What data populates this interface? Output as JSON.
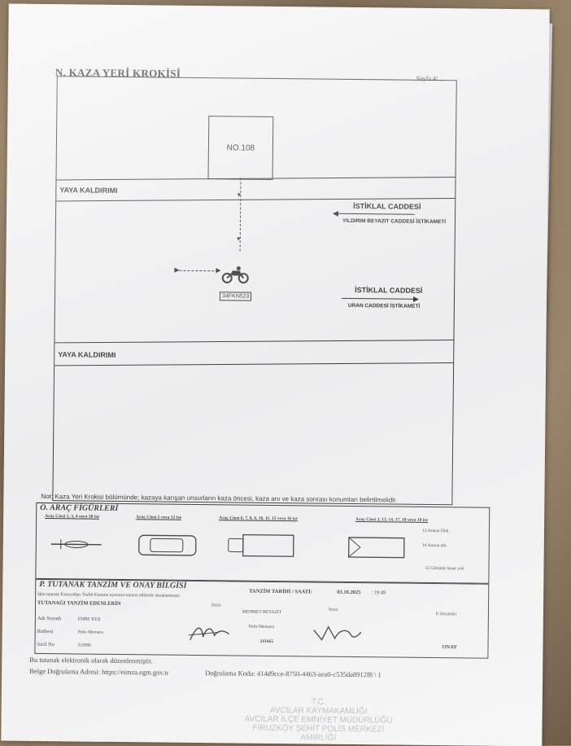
{
  "header": {
    "title": "N. KAZA YERİ KROKİSİ",
    "page": "Sayfa 4/..."
  },
  "sketch": {
    "building": "NO.108",
    "sidewalk_top": "YAYA KALDIRIMI",
    "sidewalk_bottom": "YAYA KALDIRIMI",
    "street_upper": {
      "name": "İSTİKLAL CADDESİ",
      "direction": "YILDIRIM BEYAZIT CADDESİ İSTİKAMETİ"
    },
    "street_lower": {
      "name": "İSTİKLAL CADDESİ",
      "direction": "URAN CADDESİ İSTİKAMETİ"
    },
    "plate": "34FKN523"
  },
  "note": "Not: Kaza Yeri Krokisi bölümünde; kazaya karışan unsurların kaza öncesi, kaza anı ve kaza sonrası konumları belirtilmelidir.",
  "vehicles": {
    "title": "O. ARAÇ FİGÜRLERİ",
    "types": [
      "Araç Cinsi 1, 3, 4 veya 20 ise",
      "Araç Cinsi 5 veya 12 ise",
      "Araç Cinsi 6, 7, 8, 9, 10, 11, 15 veya 16 ise",
      "Araç Cinsi 2, 13, 14, 17, 18 veya 19 ise"
    ],
    "legend": [
      "13 Aracın Önü",
      "14 Aracın altı",
      "15 Görünür hasar yok"
    ]
  },
  "approval": {
    "title": "P. TUTANAK TANZİM VE ONAY BİLGİSİ",
    "law_note": "İşbu tutanak Karayolları Trafik Kanunu uyarınca tanzim edilerek imzalanmıştır.",
    "date_label": "TANZİM TARİHİ / SAATİ:",
    "date": "03.10.2025",
    "time": ": 19:49",
    "editors": "TUTANAĞI TANZİM EDENLERİN",
    "name_label": "Adı Soyadı",
    "rank_label": "Rütbesi",
    "reg_label": "Sicil No",
    "sign_label": "İmza",
    "esign_label": "E-İmzalıdır",
    "officer1": {
      "name": "EMRE KUŞ",
      "rank": "Polis Memuru",
      "reg": "533986"
    },
    "officer2": {
      "name": "MEHMET BEYAZIT",
      "rank": "Polis Memuru",
      "reg": "241665"
    },
    "status": "ONAY"
  },
  "footer": {
    "line1": "Bu tutanak elektronik olarak düzenlenmiştir.",
    "line2": "Belge Doğrulama Adresi: https://eimza.egm.gov.tr",
    "code": "Doğrulama Kodu: 414d9cce-8750-4463-aea0-c535da8912f8 \\ 1"
  },
  "stamp": {
    "lines": [
      "T.C.",
      "AVCILAR KAYMAKAMLIĞI",
      "AVCILAR İLÇE EMNİYET MÜDÜRLÜĞÜ",
      "FİRUZKÖY ŞEHİT POLİS MERKEZİ AMİRLİĞİ"
    ]
  }
}
